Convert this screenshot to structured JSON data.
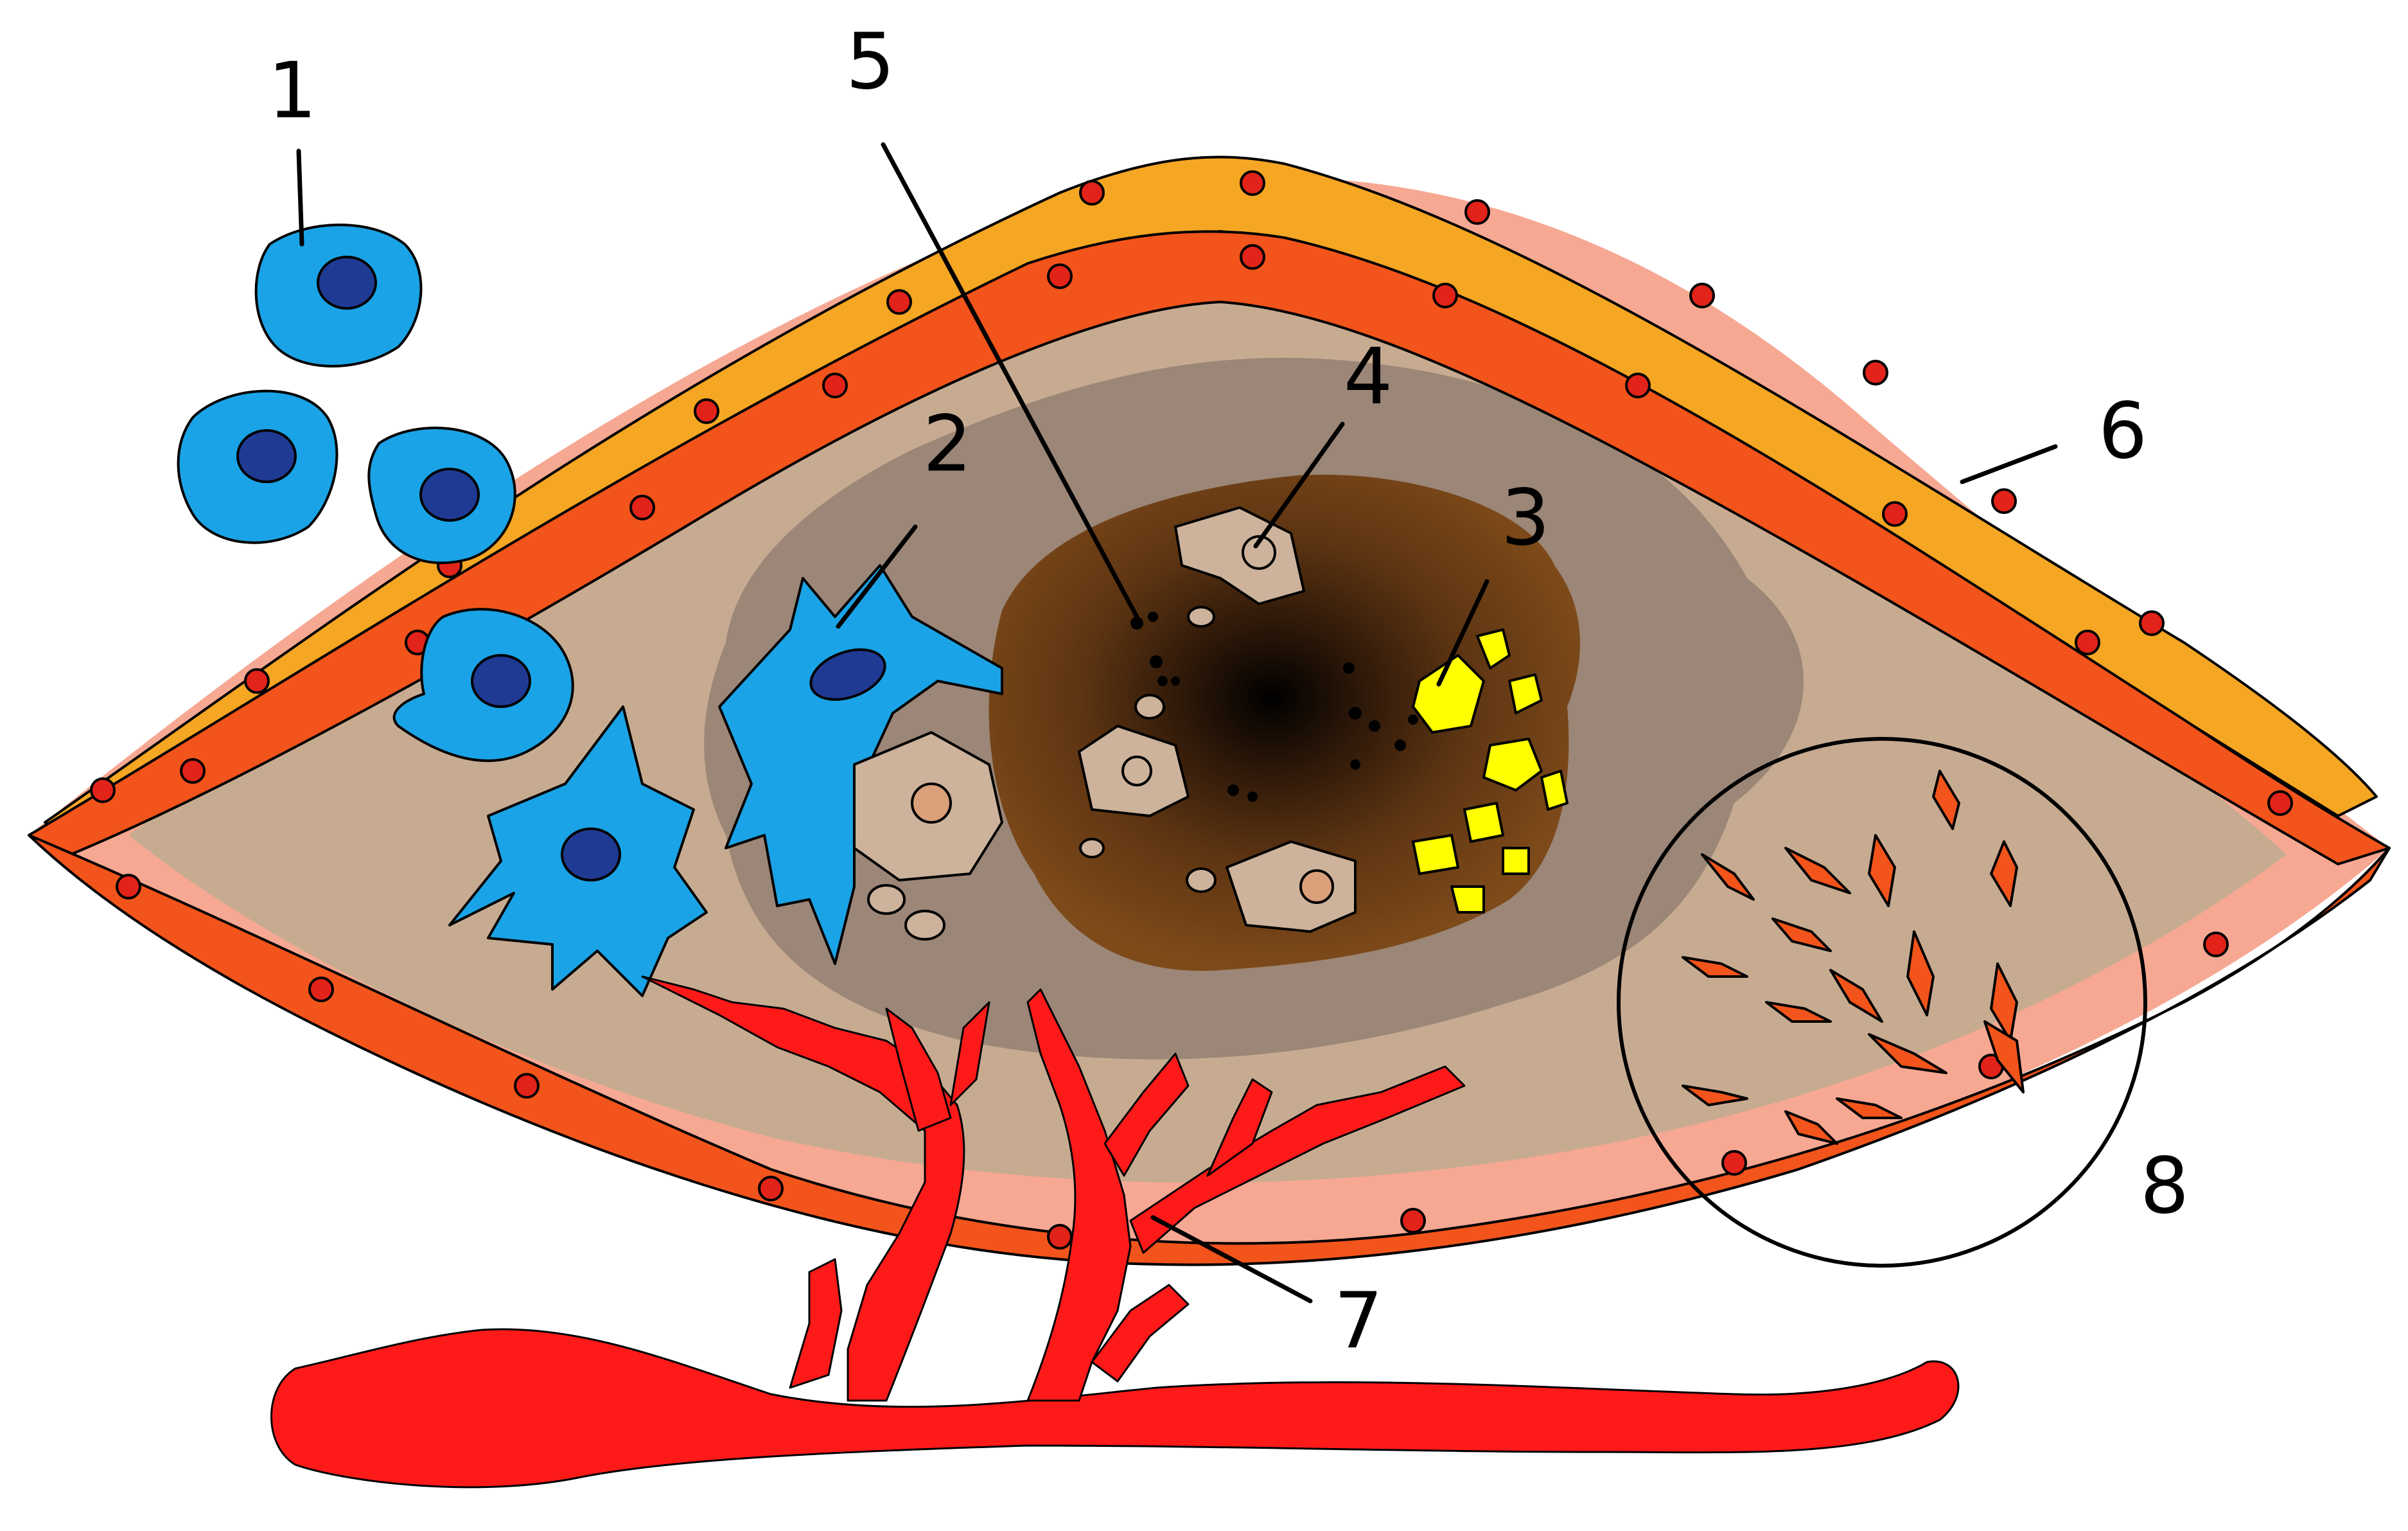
{
  "labels": {
    "l1": "1",
    "l2": "2",
    "l3": "3",
    "l4": "4",
    "l5": "5",
    "l6": "6",
    "l7": "7",
    "l8": "8"
  },
  "colors": {
    "free_blue_cell": "#1aa3e6",
    "blue_nucleus": "#1f3a93",
    "outer_orange_cells": "#f5a623",
    "inner_orange_cells": "#f2541b",
    "cell_nucleus_red": "#e2231a",
    "pink_rim": "#f6a893",
    "tan_granulation": "#c7ab91",
    "grey_zone": "#9b8677",
    "brown_core": "#7a4a1e",
    "necrotic_center": "#000000",
    "debris_cells": "#cdb39c",
    "yellow_deposits": "#ffff00",
    "blood_vessel": "#ff1a1a"
  }
}
